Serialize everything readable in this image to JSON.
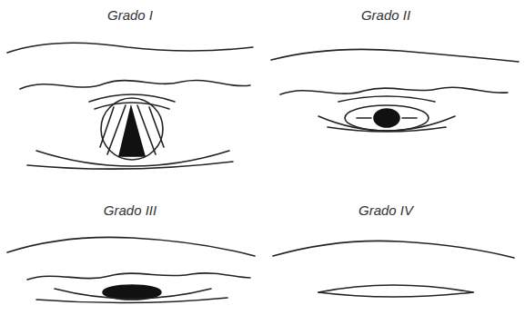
{
  "diagram": {
    "labels": [
      "Grado I",
      "Grado II",
      "Grado III",
      "Grado IV"
    ]
  }
}
